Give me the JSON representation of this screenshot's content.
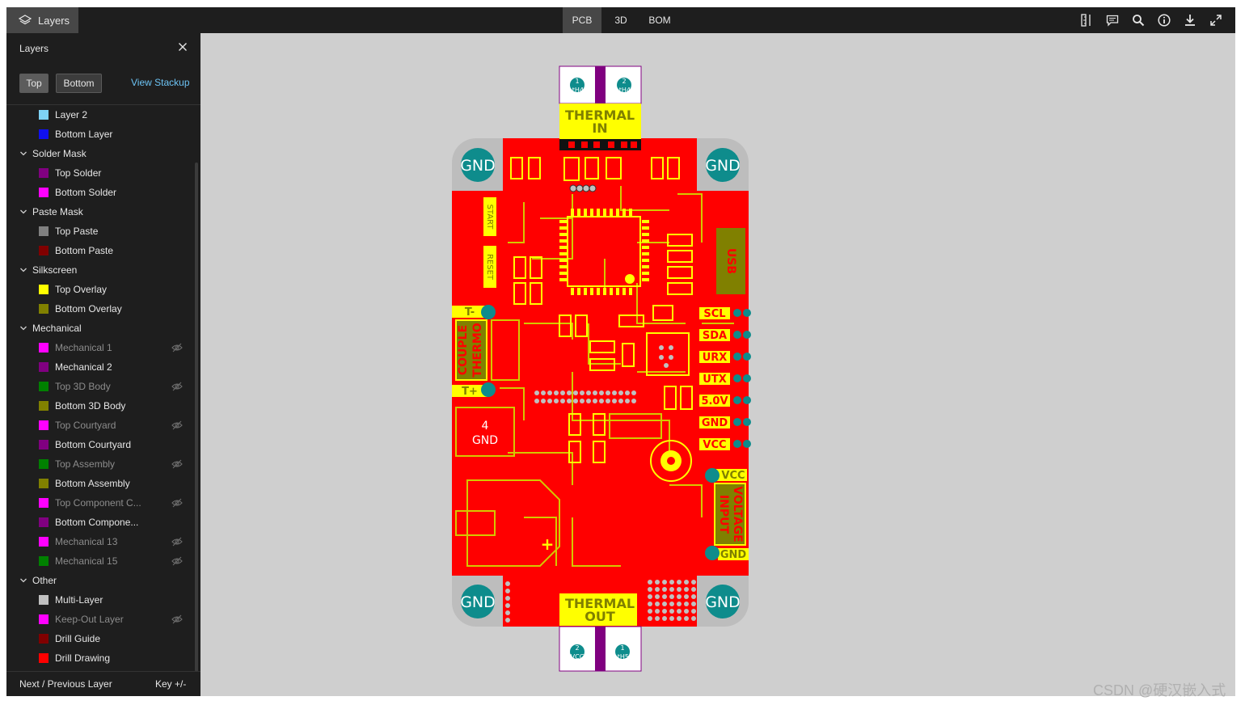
{
  "topbar": {
    "layers_tab": "Layers",
    "views": [
      "PCB",
      "3D",
      "BOM"
    ],
    "active_view": "PCB"
  },
  "sidebar": {
    "title": "Layers",
    "top_button": "Top",
    "bottom_button": "Bottom",
    "view_stackup": "View Stackup",
    "rows": [
      {
        "kind": "layer",
        "label": "Layer 2",
        "color": "#7fd3f5",
        "dim": false,
        "hidden": false
      },
      {
        "kind": "layer",
        "label": "Bottom Layer",
        "color": "#1010f0",
        "dim": false,
        "hidden": false
      },
      {
        "kind": "group",
        "label": "Solder Mask"
      },
      {
        "kind": "layer",
        "label": "Top Solder",
        "color": "#800080",
        "dim": false,
        "hidden": false
      },
      {
        "kind": "layer",
        "label": "Bottom Solder",
        "color": "#ff00ff",
        "dim": false,
        "hidden": false
      },
      {
        "kind": "group",
        "label": "Paste Mask"
      },
      {
        "kind": "layer",
        "label": "Top Paste",
        "color": "#808080",
        "dim": false,
        "hidden": false
      },
      {
        "kind": "layer",
        "label": "Bottom Paste",
        "color": "#800000",
        "dim": false,
        "hidden": false
      },
      {
        "kind": "group",
        "label": "Silkscreen"
      },
      {
        "kind": "layer",
        "label": "Top Overlay",
        "color": "#ffff00",
        "dim": false,
        "hidden": false
      },
      {
        "kind": "layer",
        "label": "Bottom Overlay",
        "color": "#808000",
        "dim": false,
        "hidden": false
      },
      {
        "kind": "group",
        "label": "Mechanical"
      },
      {
        "kind": "layer",
        "label": "Mechanical 1",
        "color": "#ff00ff",
        "dim": true,
        "hidden": true
      },
      {
        "kind": "layer",
        "label": "Mechanical 2",
        "color": "#800080",
        "dim": false,
        "hidden": false
      },
      {
        "kind": "layer",
        "label": "Top 3D Body",
        "color": "#008000",
        "dim": true,
        "hidden": true
      },
      {
        "kind": "layer",
        "label": "Bottom 3D Body",
        "color": "#808000",
        "dim": false,
        "hidden": false
      },
      {
        "kind": "layer",
        "label": "Top Courtyard",
        "color": "#ff00ff",
        "dim": true,
        "hidden": true
      },
      {
        "kind": "layer",
        "label": "Bottom Courtyard",
        "color": "#800080",
        "dim": false,
        "hidden": false
      },
      {
        "kind": "layer",
        "label": "Top Assembly",
        "color": "#008000",
        "dim": true,
        "hidden": true
      },
      {
        "kind": "layer",
        "label": "Bottom Assembly",
        "color": "#808000",
        "dim": false,
        "hidden": false
      },
      {
        "kind": "layer",
        "label": "Top Component C...",
        "color": "#ff00ff",
        "dim": true,
        "hidden": true
      },
      {
        "kind": "layer",
        "label": "Bottom Compone...",
        "color": "#800080",
        "dim": false,
        "hidden": false
      },
      {
        "kind": "layer",
        "label": "Mechanical 13",
        "color": "#ff00ff",
        "dim": true,
        "hidden": true
      },
      {
        "kind": "layer",
        "label": "Mechanical 15",
        "color": "#008000",
        "dim": true,
        "hidden": true
      },
      {
        "kind": "group",
        "label": "Other"
      },
      {
        "kind": "layer",
        "label": "Multi-Layer",
        "color": "#c0c0c0",
        "dim": false,
        "hidden": false
      },
      {
        "kind": "layer",
        "label": "Keep-Out Layer",
        "color": "#ff00ff",
        "dim": true,
        "hidden": true
      },
      {
        "kind": "layer",
        "label": "Drill Guide",
        "color": "#800000",
        "dim": false,
        "hidden": false
      },
      {
        "kind": "layer",
        "label": "Drill Drawing",
        "color": "#ff0000",
        "dim": false,
        "hidden": false
      }
    ],
    "footer_left": "Next / Previous Layer",
    "footer_right": "Key +/-"
  },
  "pcb": {
    "colors": {
      "copper": "#ff0000",
      "silk": "#ffff00",
      "track": "#d4c800",
      "pad": "#c0c0c0",
      "teal": "#0e8c8c",
      "mask": "#800080",
      "dark": "#808000"
    },
    "thermal_in": [
      "THERMAL",
      "IN"
    ],
    "thermal_out": [
      "THERMAL",
      "OUT"
    ],
    "gnd": "GND",
    "top_pads": [
      {
        "num": "1",
        "net": "NetH4_1"
      },
      {
        "num": "2",
        "net": "NetH4_1"
      }
    ],
    "bottom_pads": [
      {
        "num": "2",
        "net": "VCC"
      },
      {
        "num": "1",
        "net": "NetH5_1"
      }
    ],
    "right_labels": [
      "SCL",
      "SDA",
      "URX",
      "UTX",
      "5.0V",
      "GND",
      "VCC"
    ],
    "left_labels": {
      "tminus": "T-",
      "tplus": "T+",
      "thermo": "THERMO",
      "couple": "COUPLE",
      "start": "START",
      "reset": "RESET"
    },
    "big_gnd": [
      "4",
      "GND"
    ],
    "input_voltage": [
      "INPUT",
      "VOLTAGE"
    ],
    "vcc_label": "VCC",
    "gnd_small": "GND",
    "usb": "USB",
    "plus": "+"
  },
  "watermark": "CSDN @硬汉嵌入式"
}
